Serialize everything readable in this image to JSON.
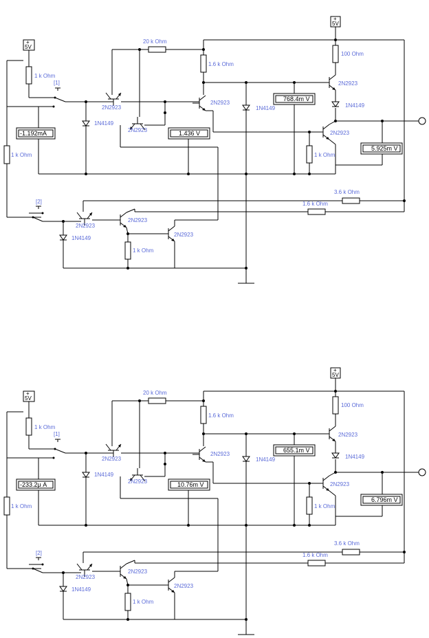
{
  "labels": {
    "supply": "5V",
    "plus": "+",
    "r1k": "1 k Ohm",
    "r20k": "20 k Ohm",
    "r16k": "1.6 k Ohm",
    "r100": "100  Ohm",
    "r36k": "3.6 k Ohm",
    "q": "2N2923",
    "d": "1N4149",
    "key1": "[1]",
    "key2": "[2]"
  },
  "top": {
    "ammeter": "-1.192mA",
    "vmeter_a": "768.4m V",
    "vmeter_b": "1.436   V",
    "vmeter_c": "5.925m V"
  },
  "bottom": {
    "ammeter": "-233.2μ A",
    "vmeter_a": "655.1m V",
    "vmeter_b": "10.76m V",
    "vmeter_c": "6.796m V"
  }
}
